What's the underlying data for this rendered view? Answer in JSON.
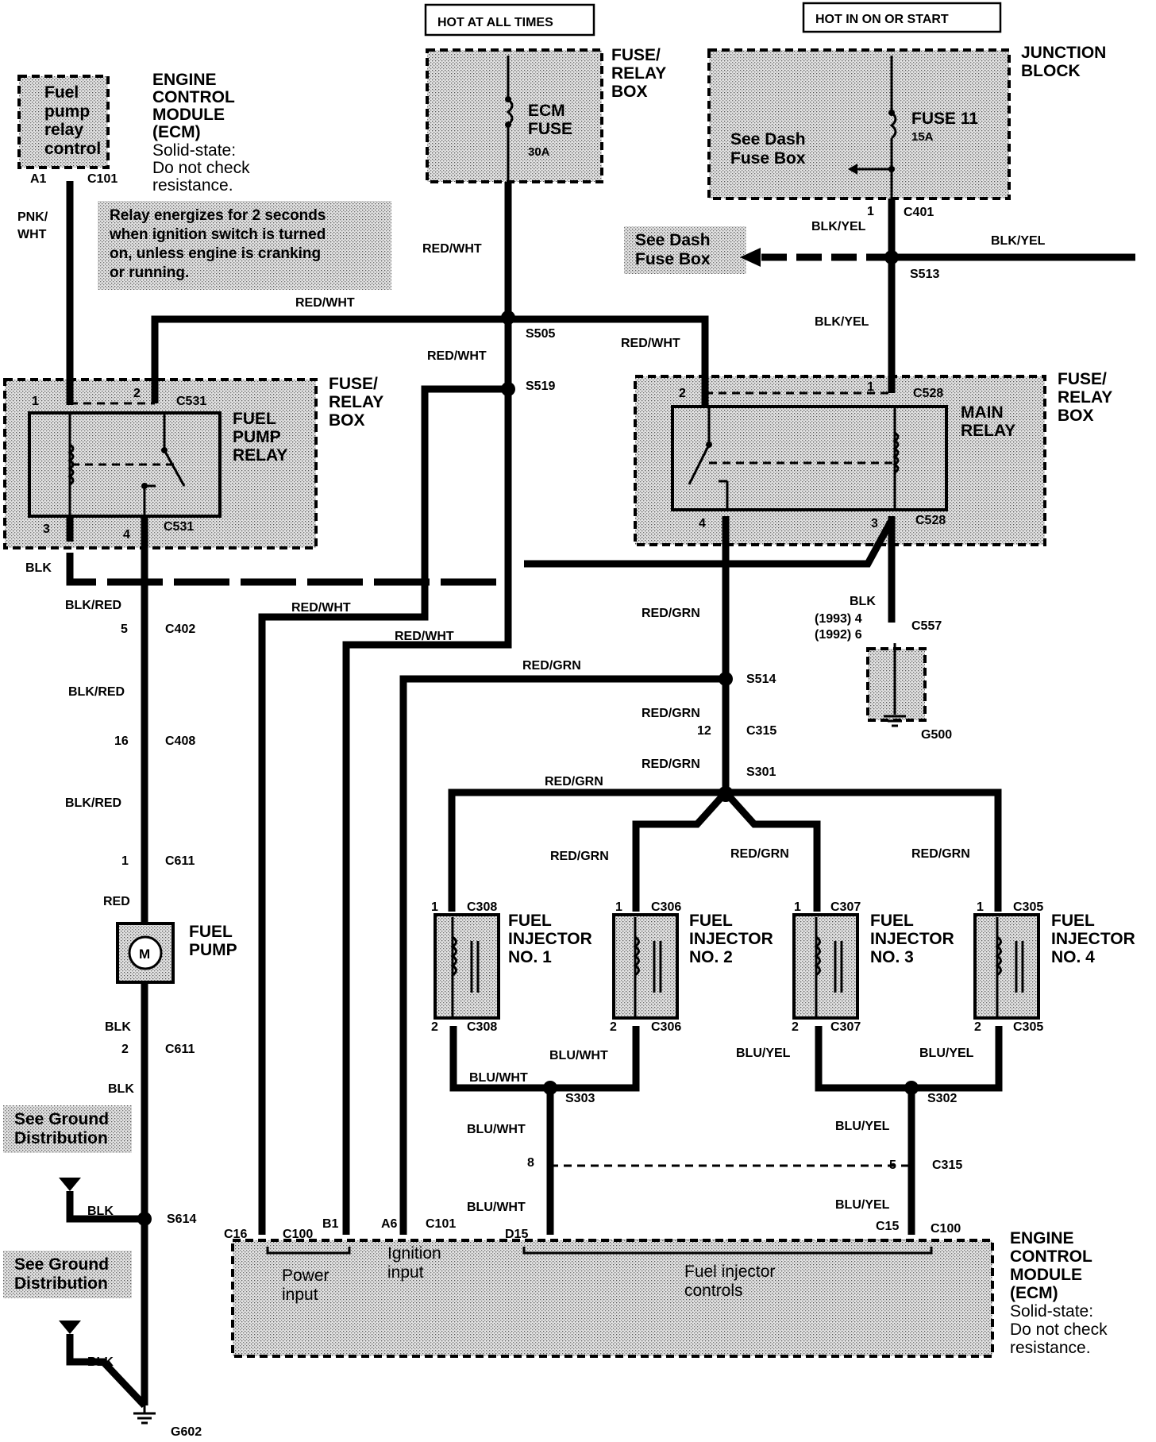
{
  "labels": {
    "hot_all_times": "HOT AT ALL TIMES",
    "hot_on_start": "HOT IN ON OR START",
    "ecm_top_title": "ENGINE CONTROL MODULE (ECM)",
    "ecm_top_note": "Solid-state: Do not check resistance.",
    "fuel_pump_relay_control": "Fuel pump relay control",
    "relay_note": "Relay energizes for 2 seconds when ignition switch is turned on, unless engine is cranking or running.",
    "fuse_relay_box": "FUSE/ RELAY BOX",
    "ecm_fuse": "ECM FUSE",
    "ecm_fuse_amp": "30A",
    "junction_block": "JUNCTION BLOCK",
    "fuse11": "FUSE 11",
    "fuse11_amp": "15A",
    "see_dash_fuse_box": "See Dash Fuse Box",
    "fuel_pump_relay": "FUEL PUMP RELAY",
    "main_relay": "MAIN RELAY",
    "fuel_pump": "FUEL PUMP",
    "see_ground_distribution": "See Ground Distribution",
    "power_input": "Power input",
    "ignition_input": "Ignition input",
    "fuel_injector_controls": "Fuel injector controls",
    "ecm_bottom_title": "ENGINE CONTROL MODULE (ECM)",
    "ecm_bottom_note": "Solid-state: Do not check resistance.",
    "injector1": "FUEL INJECTOR NO. 1",
    "injector2": "FUEL INJECTOR NO. 2",
    "injector3": "FUEL INJECTOR NO. 3",
    "injector4": "FUEL INJECTOR NO. 4",
    "blk_1993": "(1993) 4",
    "blk_1992": "(1992) 6"
  },
  "wires": {
    "red_wht": "RED/WHT",
    "red_grn": "RED/GRN",
    "blk_yel": "BLK/YEL",
    "blk_red": "BLK/RED",
    "blk": "BLK",
    "red": "RED",
    "pnk_wht": "PNK/ WHT",
    "blu_wht": "BLU/WHT",
    "blu_yel": "BLU/YEL"
  },
  "connectors": {
    "c101": "C101",
    "c100": "C100",
    "c16": "C16",
    "b1": "B1",
    "a6": "A6",
    "a1": "A1",
    "c531": "C531",
    "c528": "C528",
    "c401": "C401",
    "c557": "C557",
    "c402": "C402",
    "c408": "C408",
    "c611": "C611",
    "c315": "C315",
    "c308": "C308",
    "c306": "C306",
    "c307": "C307",
    "c305": "C305",
    "d15": "D15",
    "c15": "C15"
  },
  "splices": {
    "s505": "S505",
    "s519": "S519",
    "s513": "S513",
    "s514": "S514",
    "s301": "S301",
    "s303": "S303",
    "s302": "S302",
    "s614": "S614"
  },
  "grounds": {
    "g500": "G500",
    "g602": "G602"
  },
  "pins": {
    "p1": "1",
    "p2": "2",
    "p3": "3",
    "p4": "4",
    "p5": "5",
    "p8": "8",
    "p12": "12",
    "p16": "16"
  },
  "icons": [
    "motor-icon",
    "ground-icon",
    "fuse-icon",
    "arrow-icon"
  ]
}
